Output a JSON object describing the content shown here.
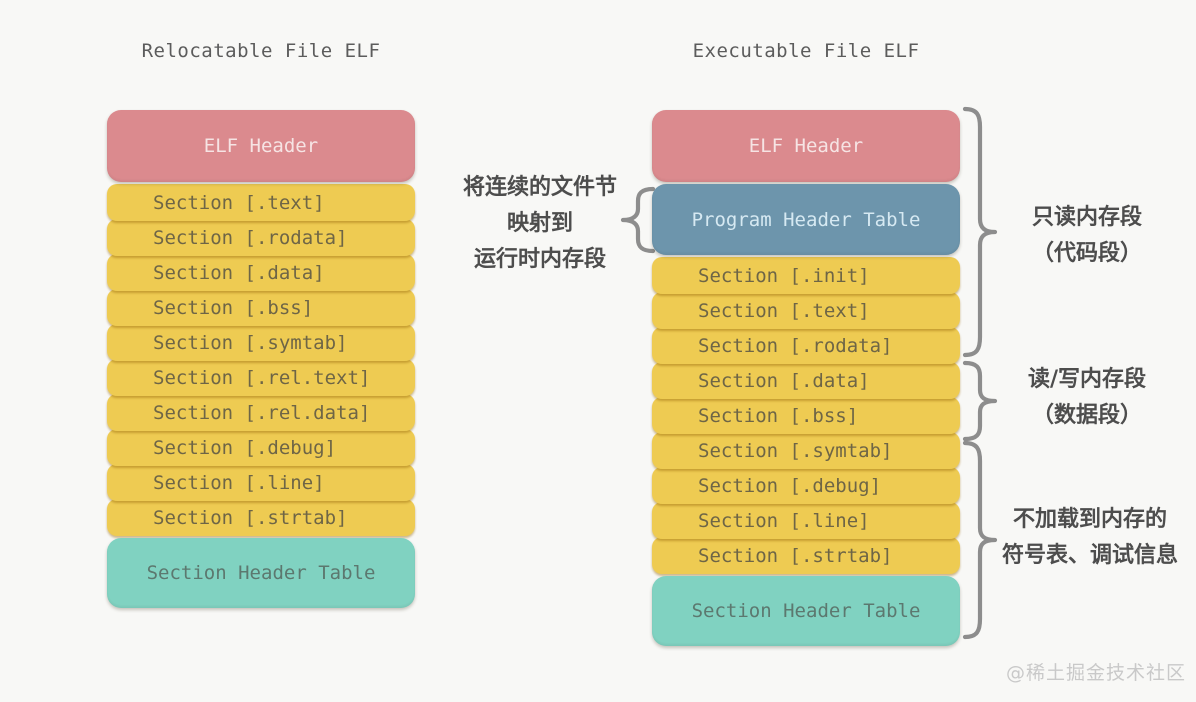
{
  "left_column": {
    "title": "Relocatable File ELF",
    "header_box": "ELF Header",
    "sections": [
      "Section [.text]",
      "Section [.rodata]",
      "Section [.data]",
      "Section [.bss]",
      "Section [.symtab]",
      "Section [.rel.text]",
      "Section [.rel.data]",
      "Section [.debug]",
      "Section [.line]",
      "Section [.strtab]"
    ],
    "footer_box": "Section Header Table"
  },
  "right_column": {
    "title": "Executable File ELF",
    "header_box": "ELF Header",
    "program_header_box": "Program Header Table",
    "sections": [
      "Section [.init]",
      "Section [.text]",
      "Section [.rodata]",
      "Section [.data]",
      "Section [.bss]",
      "Section [.symtab]",
      "Section [.debug]",
      "Section [.line]",
      "Section [.strtab]"
    ],
    "footer_box": "Section Header Table"
  },
  "middle_annotation": {
    "lines": [
      "将连续的文件节",
      "映射到",
      "运行时内存段"
    ]
  },
  "right_annotations": {
    "readonly": {
      "lines": [
        "只读内存段",
        "（代码段）"
      ]
    },
    "readwrite": {
      "lines": [
        "读/写内存段",
        "（数据段）"
      ]
    },
    "notloaded": {
      "lines": [
        "不加载到内存的",
        "符号表、调试信息"
      ]
    }
  },
  "watermark": "@稀土掘金技术社区",
  "colors": {
    "red": "#db8a8e",
    "yellow": "#eecb52",
    "blue": "#6d95ac",
    "teal": "#80d2c1",
    "brace": "#8d8d8d"
  }
}
